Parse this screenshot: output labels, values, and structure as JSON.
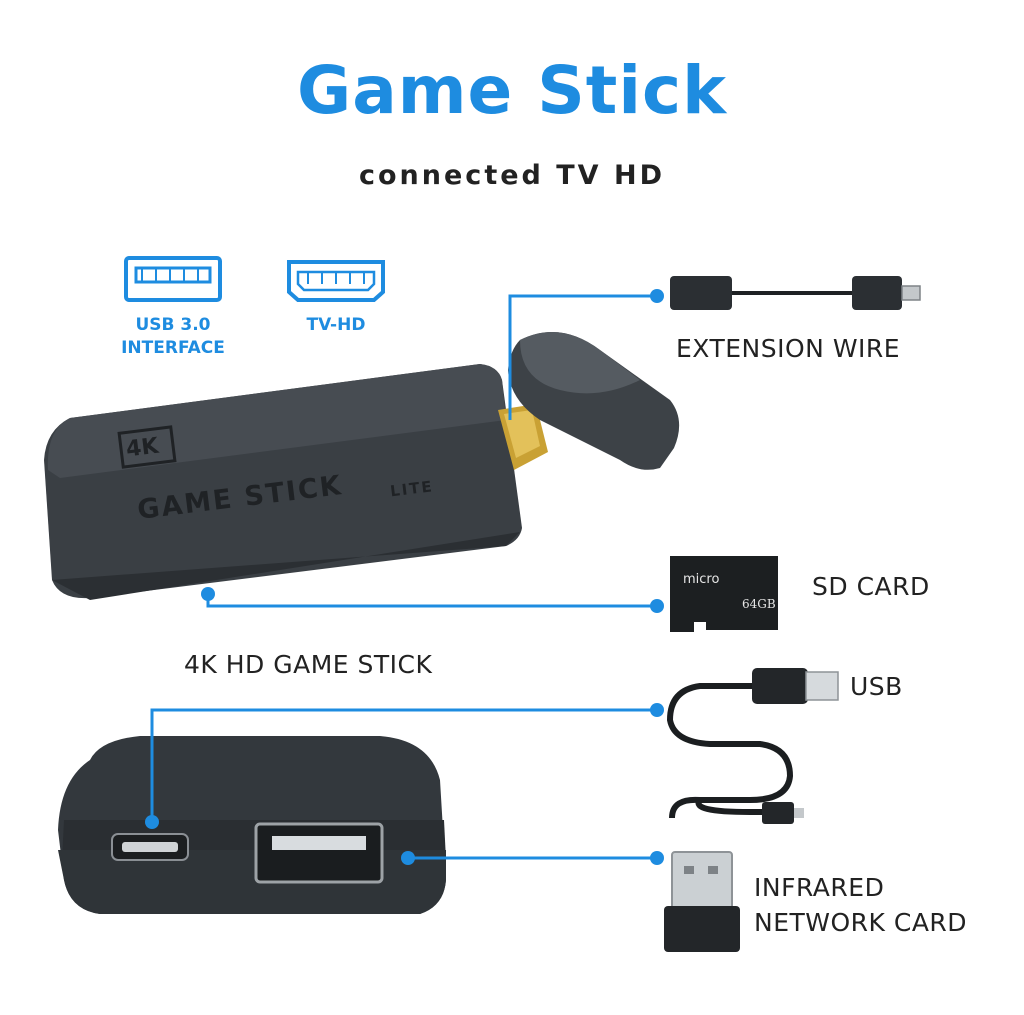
{
  "header": {
    "title": "Game Stick",
    "subtitle": "connected TV HD"
  },
  "icons": {
    "usb": {
      "label": "USB 3.0\nINTERFACE",
      "line1": "USB 3.0",
      "line2": "INTERFACE"
    },
    "hdmi": {
      "label": "TV-HD"
    }
  },
  "stick": {
    "logo_4k": "4K",
    "brand": "GAME STICK",
    "edition": "LITE",
    "caption": "4K HD GAME STICK"
  },
  "accessories": {
    "extension_wire": "EXTENSION WIRE",
    "sd_card": "SD CARD",
    "sd_text_top": "micro",
    "sd_text_size": "64GB",
    "usb": "USB",
    "receiver_line1": "INFRARED",
    "receiver_line2": "NETWORK CARD"
  },
  "colors": {
    "accent_blue": "#1e8ce0",
    "device_body": "#3a3f44",
    "text": "#222222"
  }
}
